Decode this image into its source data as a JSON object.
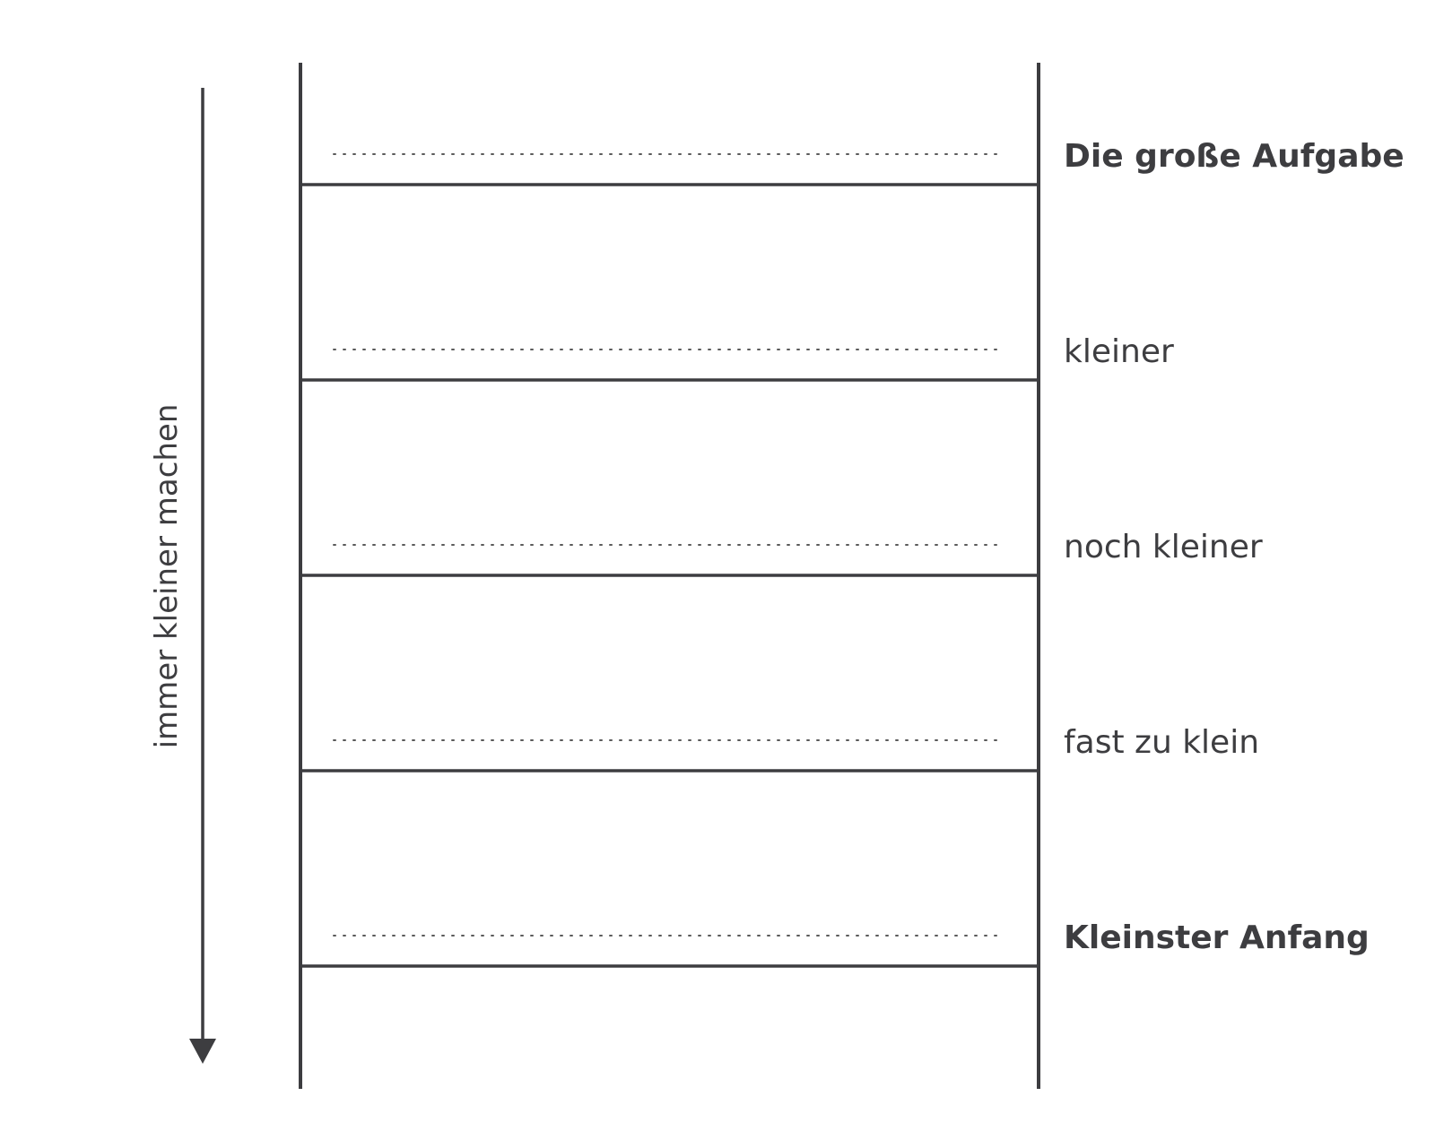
{
  "diagram": {
    "accent_color": "#93645f",
    "line_color": "#3d3d40",
    "direction_label": "immer kleiner machen",
    "steps": [
      {
        "label": "Die große Aufgabe",
        "highlight": true
      },
      {
        "label": "kleiner",
        "highlight": false
      },
      {
        "label": "noch kleiner",
        "highlight": false
      },
      {
        "label": "fast zu klein",
        "highlight": false
      },
      {
        "label": "Kleinster Anfang",
        "highlight": true
      }
    ]
  }
}
